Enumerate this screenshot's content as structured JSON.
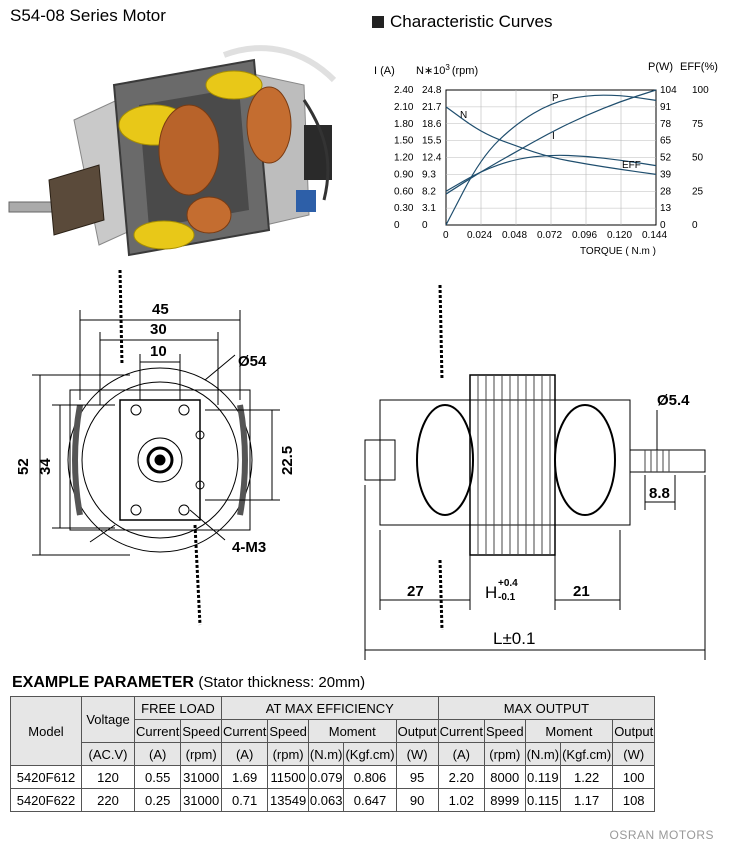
{
  "title": "S54-08 Series Motor",
  "curves": {
    "title": "Characteristic Curves",
    "axis_i_label": "I (A)",
    "axis_n_label": "N∗10",
    "axis_n_exp": "3",
    "axis_n_unit": "(rpm)",
    "axis_p_label": "P(W)",
    "axis_eff_label": "EFF(%)",
    "xlabel": "TORQUE ( N.m )",
    "i_ticks": [
      "2.40",
      "2.10",
      "1.80",
      "1.50",
      "1.20",
      "0.90",
      "0.60",
      "0.30",
      "0"
    ],
    "n_ticks": [
      "24.8",
      "21.7",
      "18.6",
      "15.5",
      "12.4",
      "9.3",
      "8.2",
      "3.1",
      "0"
    ],
    "p_ticks": [
      "104",
      "91",
      "78",
      "65",
      "52",
      "39",
      "28",
      "13",
      "0"
    ],
    "eff_ticks": [
      "100",
      "75",
      "50",
      "25",
      "0"
    ],
    "x_ticks": [
      "0",
      "0.024",
      "0.048",
      "0.072",
      "0.096",
      "0.120",
      "0.144"
    ],
    "labels": {
      "n": "N",
      "p": "P",
      "i": "I",
      "eff": "EFF"
    }
  },
  "chart_data": {
    "type": "line",
    "xlabel": "TORQUE ( N.m )",
    "xlim": [
      0,
      0.144
    ],
    "x": [
      0,
      0.024,
      0.048,
      0.072,
      0.096,
      0.12,
      0.144
    ],
    "series": [
      {
        "name": "N",
        "axis": "N*10^3 (rpm)",
        "values": [
          21.7,
          17.0,
          14.5,
          12.4,
          11.2,
          10.2,
          9.3
        ]
      },
      {
        "name": "I",
        "axis": "I (A)",
        "values": [
          0.55,
          0.95,
          1.3,
          1.65,
          1.95,
          2.2,
          2.4
        ]
      },
      {
        "name": "P",
        "axis": "P(W)",
        "values": [
          0,
          52,
          78,
          94,
          100,
          100,
          96
        ]
      },
      {
        "name": "EFF",
        "axis": "EFF(%)",
        "values": [
          25,
          40,
          49,
          52,
          51,
          48,
          44
        ]
      }
    ]
  },
  "drawing": {
    "d45": "45",
    "d30": "30",
    "d10": "10",
    "phi54": "Ø54",
    "d52": "52",
    "d34": "34",
    "d22_5": "22.5",
    "m3": "4-M3",
    "phi5_4": "Ø5.4",
    "d8_8": "8.8",
    "d27": "27",
    "d21": "21",
    "h_label": "H",
    "h_tol_plus": "+0.4",
    "h_tol_minus": "-0.1",
    "l_label": "L±0.1"
  },
  "example": {
    "title": "EXAMPLE PARAMETER",
    "subtitle": "(Stator thickness: 20mm)",
    "headers": {
      "model": "Model",
      "voltage": "Voltage",
      "free_load": "FREE LOAD",
      "max_eff": "AT MAX EFFICIENCY",
      "max_out": "MAX OUTPUT",
      "current": "Current",
      "speed": "Speed",
      "moment": "Moment",
      "output": "Output"
    },
    "units": {
      "acv": "(AC.V)",
      "a": "(A)",
      "rpm": "(rpm)",
      "nm": "(N.m)",
      "kgf": "(Kgf.cm)",
      "w": "(W)"
    },
    "rows": [
      [
        "5420F612",
        "120",
        "0.55",
        "31000",
        "1.69",
        "11500",
        "0.079",
        "0.806",
        "95",
        "2.20",
        "8000",
        "0.119",
        "1.22",
        "100"
      ],
      [
        "5420F622",
        "220",
        "0.25",
        "31000",
        "0.71",
        "13549",
        "0.063",
        "0.647",
        "90",
        "1.02",
        "8999",
        "0.115",
        "1.17",
        "108"
      ]
    ]
  },
  "footer": "OSRAN MOTORS"
}
